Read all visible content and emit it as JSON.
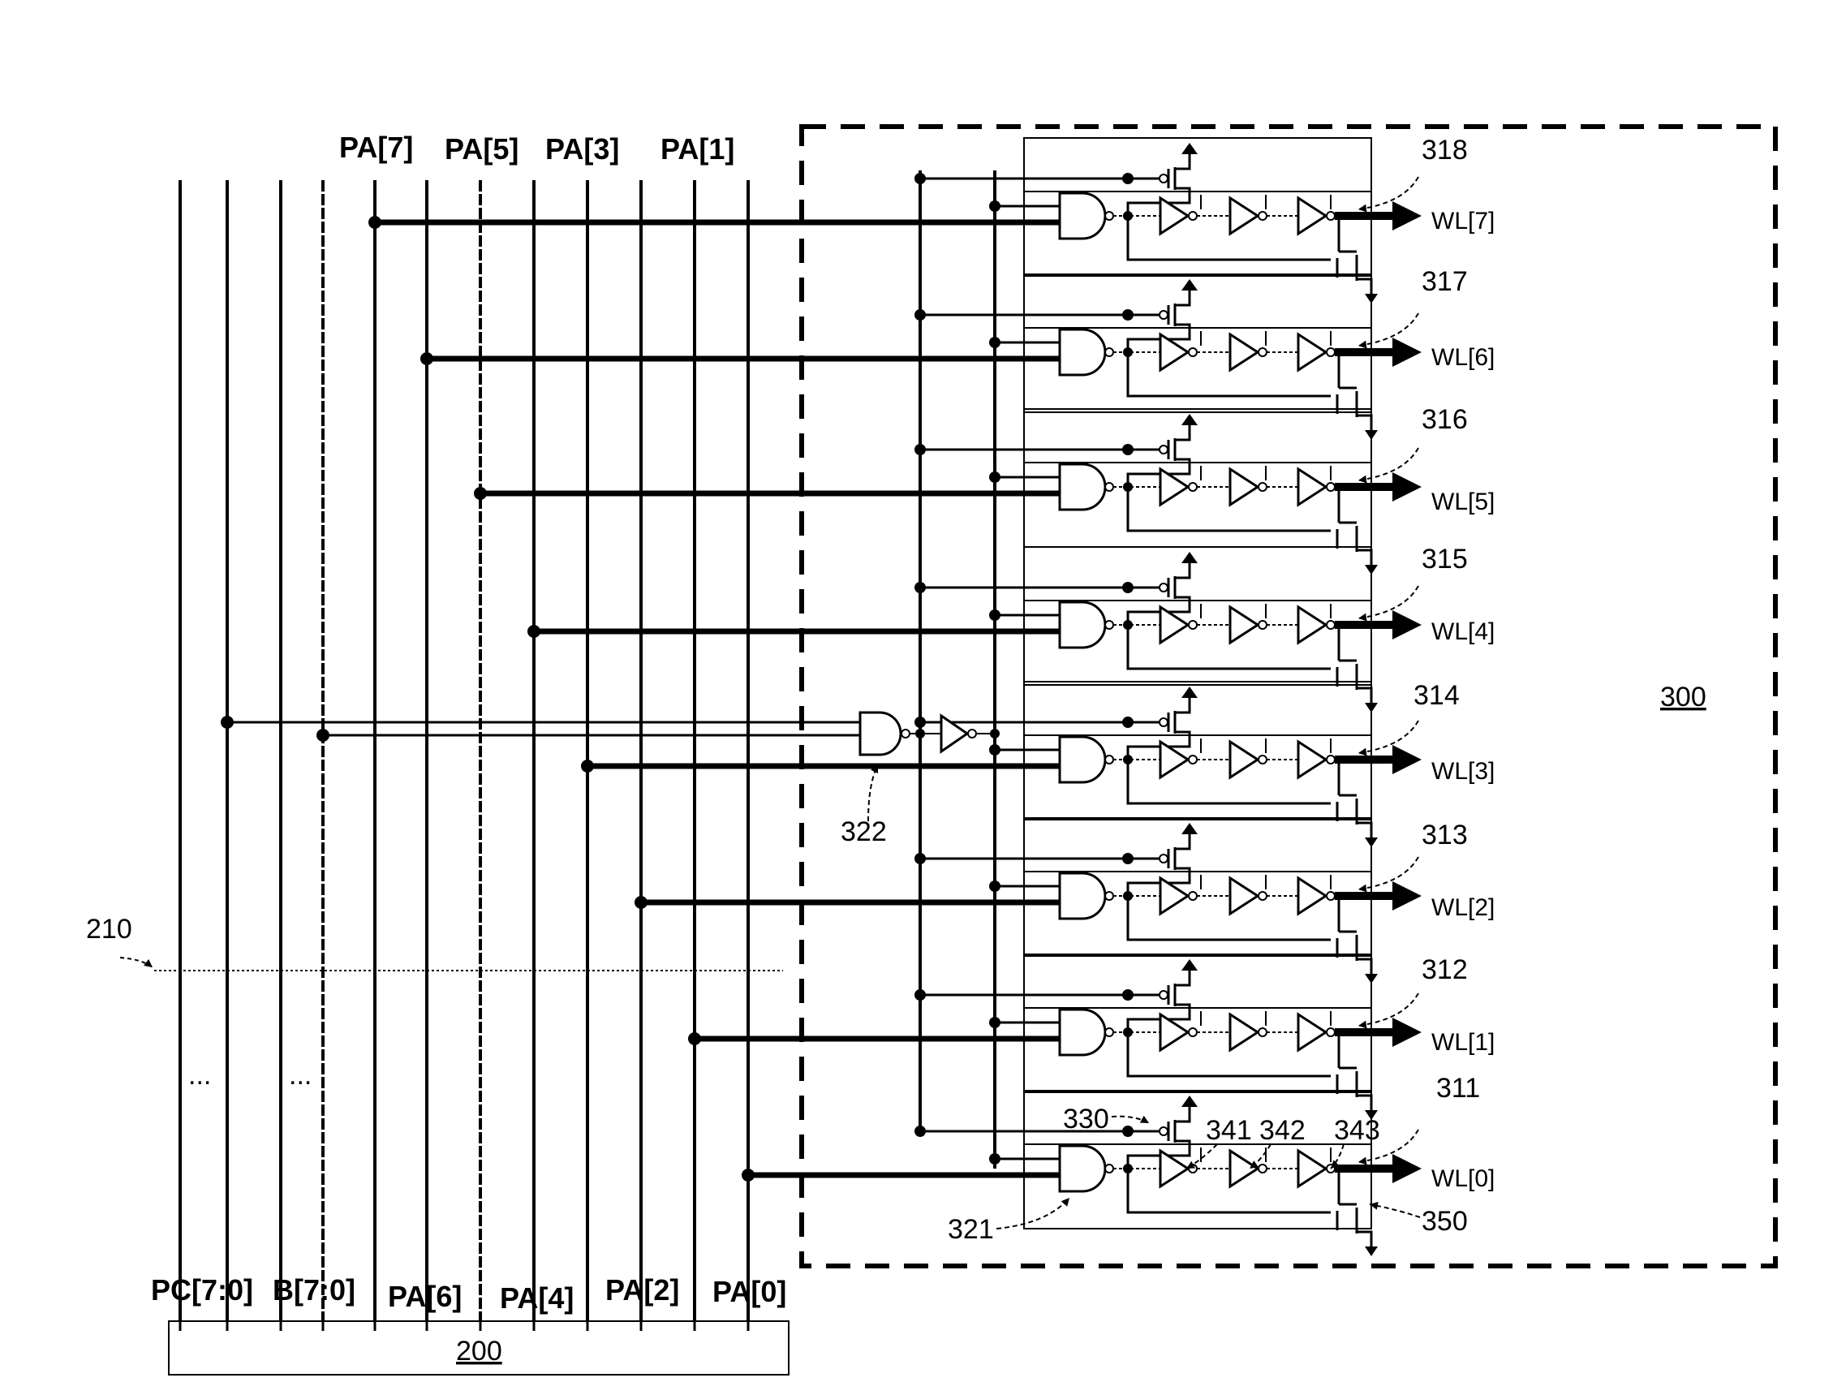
{
  "top_bus_labels": [
    "PA[7]",
    "PA[5]",
    "PA[3]",
    "PA[1]"
  ],
  "bottom_bus_labels": [
    "PC[7:0]",
    "B[7:0]",
    "PA[6]",
    "PA[4]",
    "PA[2]",
    "PA[0]"
  ],
  "block_200_label": "200",
  "block_300_label": "300",
  "bus_ref_label": "210",
  "ellipsis": "...",
  "stage_refs": [
    "318",
    "317",
    "316",
    "315",
    "314",
    "313",
    "312",
    "311"
  ],
  "wordline_labels": [
    "WL[7]",
    "WL[6]",
    "WL[5]",
    "WL[4]",
    "WL[3]",
    "WL[2]",
    "WL[1]",
    "WL[0]"
  ],
  "gate_322_label": "322",
  "nand_321_label": "321",
  "pfet_330_label": "330",
  "inverter_labels": [
    "341",
    "342",
    "343"
  ],
  "nfet_350_label": "350"
}
